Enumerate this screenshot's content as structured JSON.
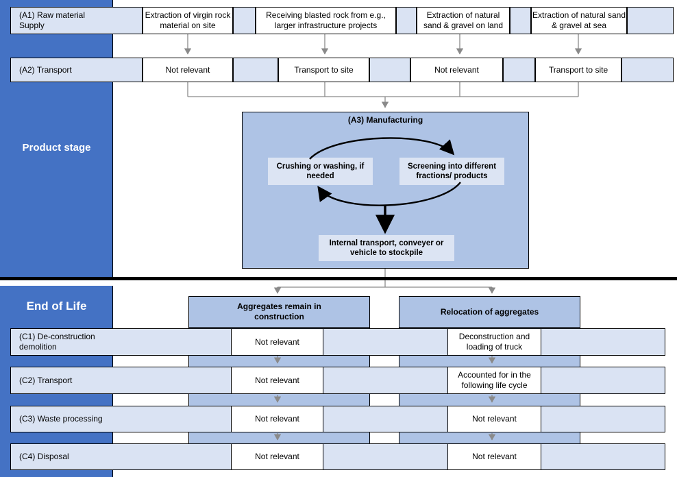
{
  "sidebar": {
    "product_stage_label": "Product stage",
    "end_of_life_label": "End of Life"
  },
  "product_stage": {
    "a1_row_label": "(A1) Raw material Supply",
    "a2_row_label": "(A2) Transport",
    "streams": [
      {
        "a1": "Extraction of virgin rock material on site",
        "a2": "Not relevant"
      },
      {
        "a1": "Receiving blasted rock from e.g., larger infrastructure projects",
        "a2": "Transport to site"
      },
      {
        "a1": "Extraction of natural sand & gravel on land",
        "a2": "Not relevant"
      },
      {
        "a1": "Extraction of natural sand & gravel at sea",
        "a2": "Transport to site"
      }
    ],
    "manufacturing": {
      "title": "(A3) Manufacturing",
      "process_1": "Crushing or washing, if needed",
      "process_2": "Screening into different fractions/ products",
      "output": "Internal transport, conveyer or vehicle to stockpile"
    }
  },
  "end_of_life": {
    "columns": [
      "Aggregates remain in construction",
      "Relocation of aggregates"
    ],
    "rows": [
      {
        "label": "(C1) De-construction demolition",
        "col1": "Not relevant",
        "col2": "Deconstruction and loading of truck"
      },
      {
        "label": "(C2) Transport",
        "col1": "Not relevant",
        "col2": "Accounted for in the following life cycle"
      },
      {
        "label": "(C3) Waste processing",
        "col1": "Not relevant",
        "col2": "Not relevant"
      },
      {
        "label": "(C4) Disposal",
        "col1": "Not relevant",
        "col2": "Not relevant"
      }
    ]
  },
  "colors": {
    "sidebar_blue": "#4472c4",
    "light_blue": "#dae3f3",
    "medium_blue": "#aec3e5",
    "inner_box_blue": "#dce4f3",
    "connector_gray": "#8a8a8a",
    "arrow_black": "#000000"
  }
}
